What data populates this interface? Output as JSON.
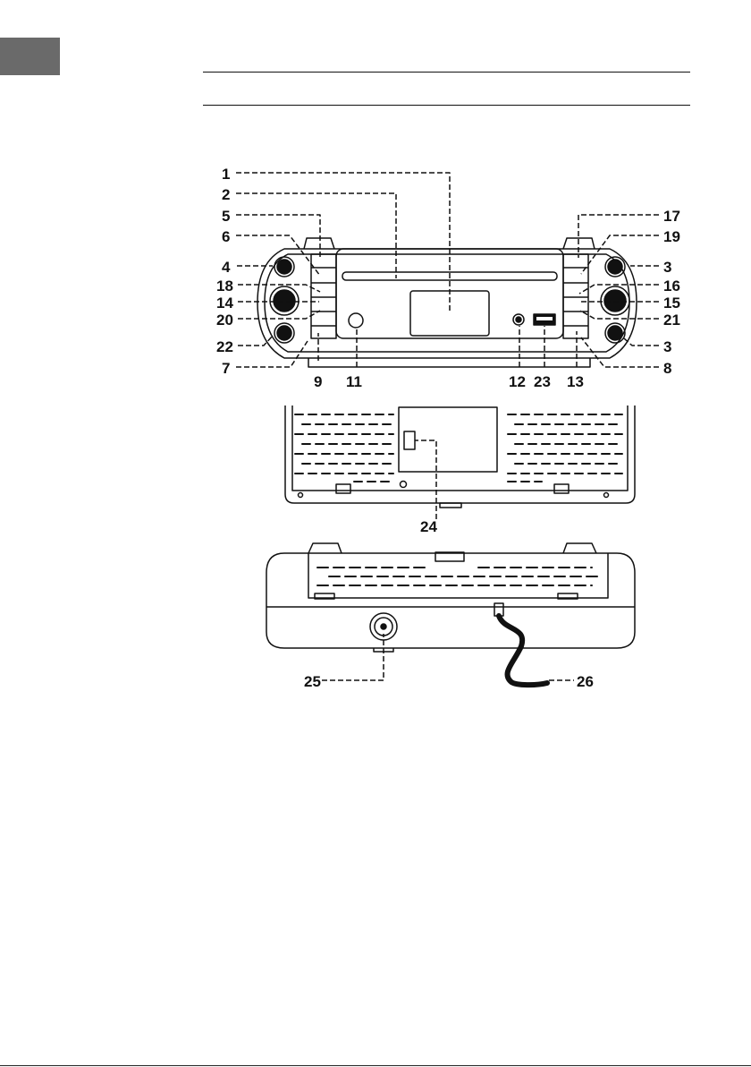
{
  "callouts": {
    "c1": "1",
    "c2": "2",
    "c3a": "3",
    "c3b": "3",
    "c4": "4",
    "c5": "5",
    "c6": "6",
    "c7": "7",
    "c8": "8",
    "c9": "9",
    "c11": "11",
    "c12": "12",
    "c13": "13",
    "c14": "14",
    "c15": "15",
    "c16": "16",
    "c17": "17",
    "c18": "18",
    "c19": "19",
    "c20": "20",
    "c21": "21",
    "c22": "22",
    "c23": "23",
    "c24": "24",
    "c25": "25",
    "c26": "26"
  },
  "colors": {
    "tab": "#6a6a6a",
    "line": "#111111"
  }
}
